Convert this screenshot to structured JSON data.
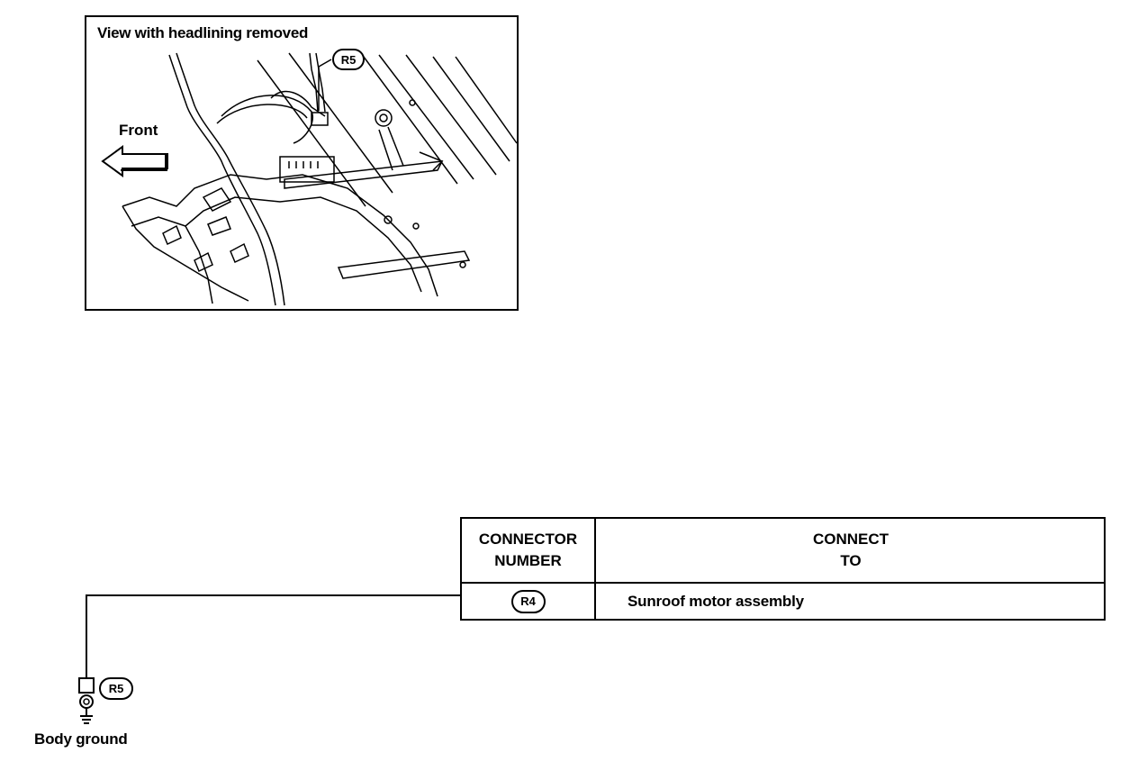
{
  "detail_view": {
    "title": "View with headlining removed",
    "connector_callout": "R5",
    "direction_label": "Front",
    "icon": "arrow-left-icon"
  },
  "connector_table": {
    "headers": {
      "connector_number": "CONNECTOR\nNUMBER",
      "connect_to": "CONNECT\nTO"
    },
    "rows": [
      {
        "connector": "R4",
        "connect_to": "Sunroof motor assembly"
      }
    ]
  },
  "ground": {
    "connector": "R5",
    "label": "Body ground",
    "icon": "ground-symbol-icon"
  }
}
